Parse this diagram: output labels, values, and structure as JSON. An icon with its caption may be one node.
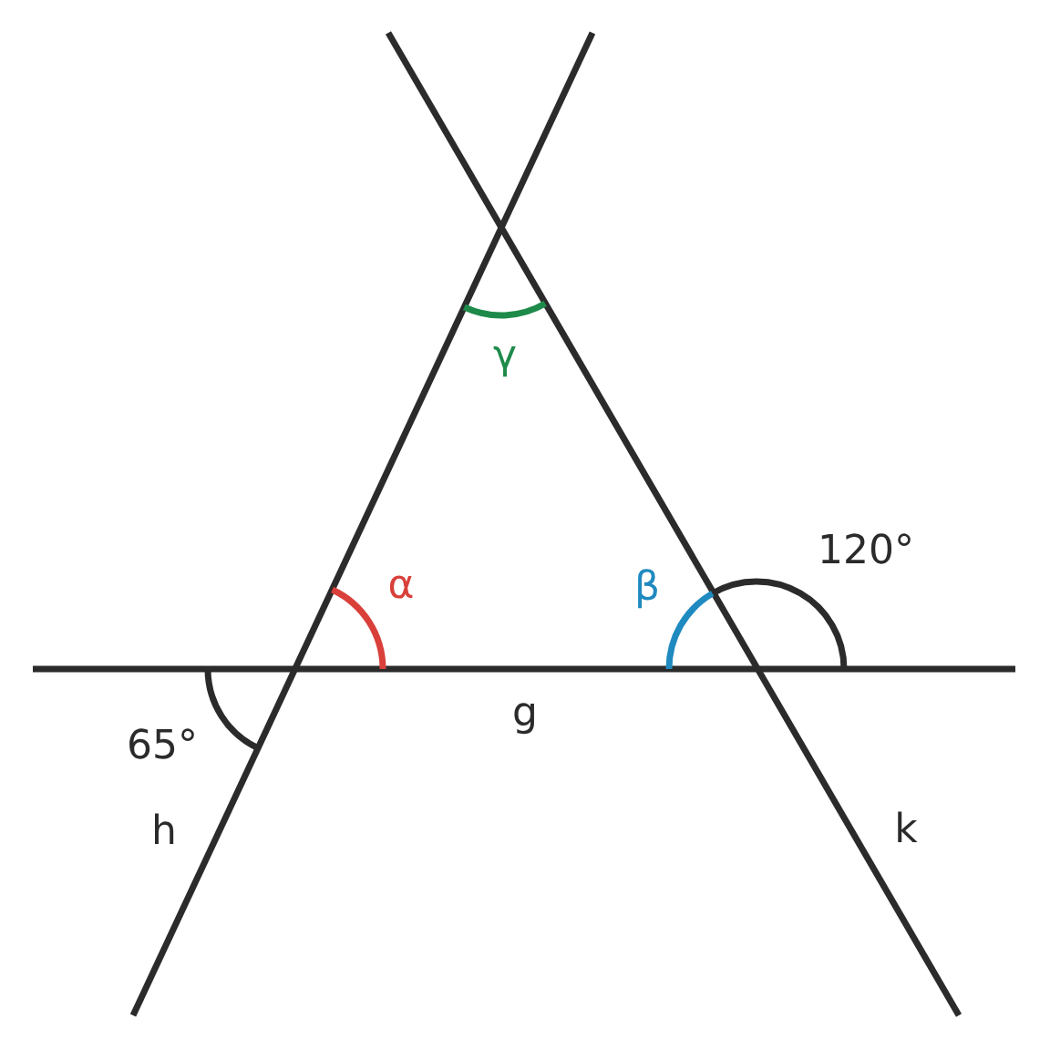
{
  "diagram": {
    "labels": [
      "γ",
      "120°",
      "α",
      "β",
      "g",
      "65°",
      "h",
      "k"
    ]
  }
}
